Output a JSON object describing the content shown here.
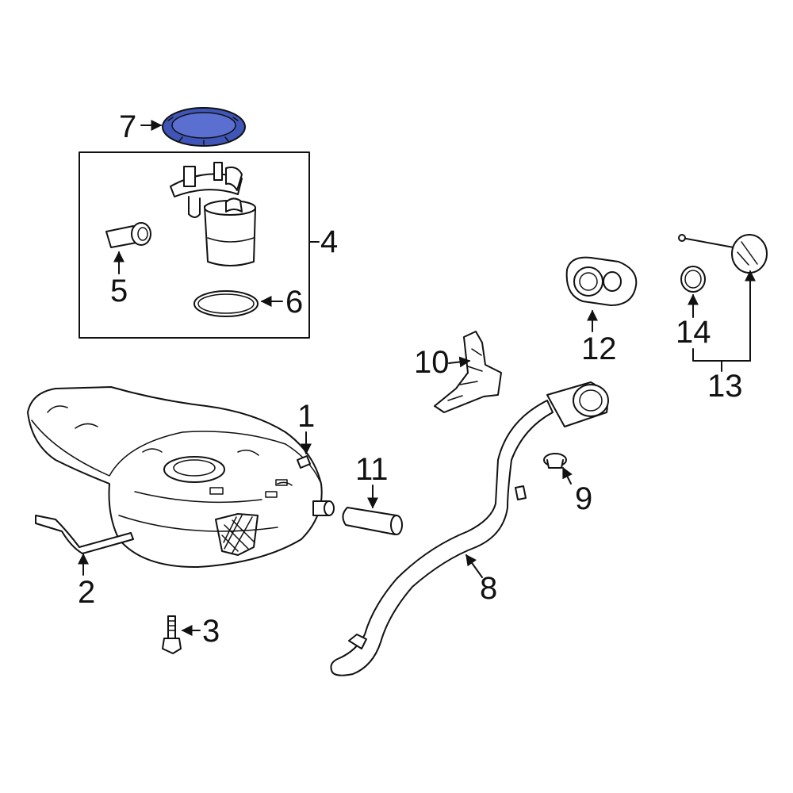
{
  "callouts": {
    "c1": "1",
    "c2": "2",
    "c3": "3",
    "c4": "4",
    "c5": "5",
    "c6": "6",
    "c7": "7",
    "c8": "8",
    "c9": "9",
    "c10": "10",
    "c11": "11",
    "c12": "12",
    "c13": "13",
    "c14": "14"
  },
  "colors": {
    "highlight_fill": "#3f56b8",
    "highlight_inner": "#5a6fd0",
    "line": "#111111",
    "background": "#ffffff"
  },
  "highlighted_part": "7"
}
